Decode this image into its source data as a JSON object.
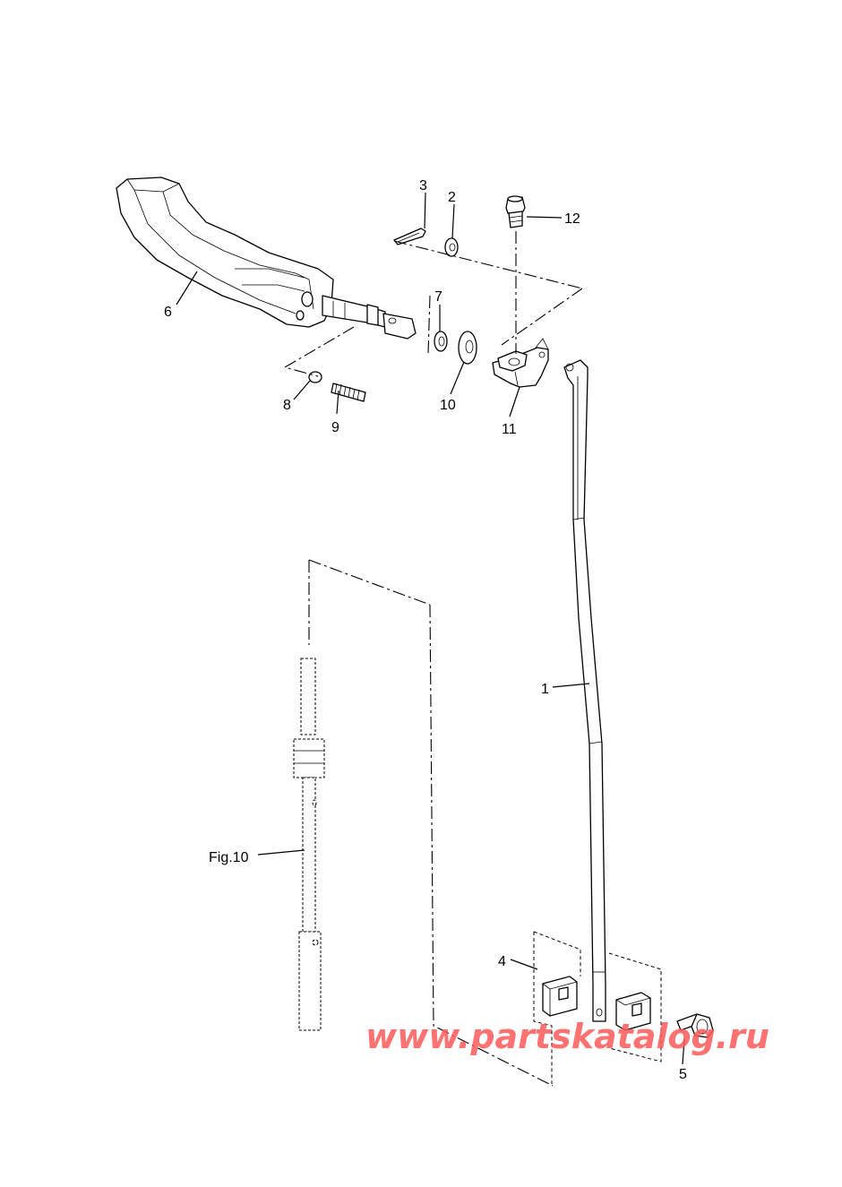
{
  "diagram": {
    "labels": {
      "p1": "1",
      "p2": "2",
      "p3": "3",
      "p4": "4",
      "p5": "5",
      "p6": "6",
      "p7": "7",
      "p8": "8",
      "p9": "9",
      "p10": "10",
      "p11": "11",
      "p12": "12",
      "fig": "Fig.10"
    },
    "watermark": "www.partskatalog.ru",
    "colors": {
      "line": "#000000",
      "watermark": "#ff5a5a"
    }
  }
}
